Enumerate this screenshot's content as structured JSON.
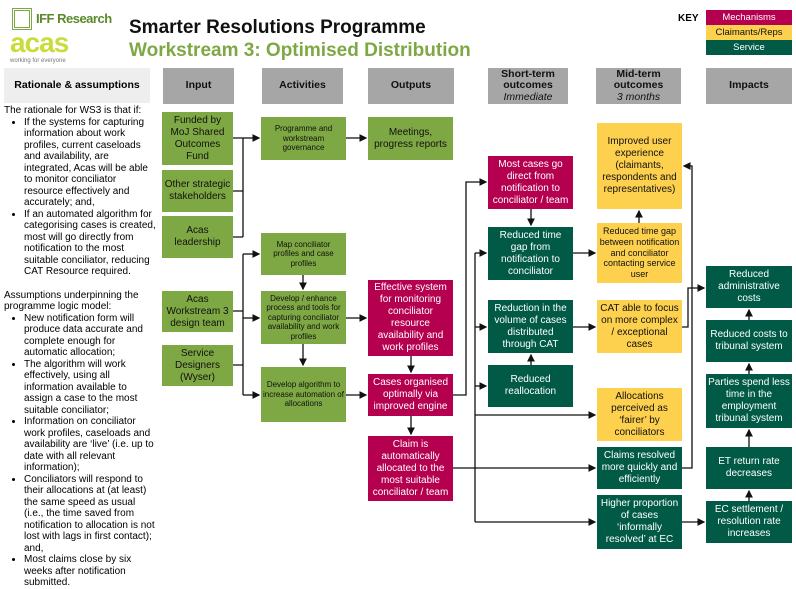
{
  "logos": {
    "iff": "IFF Research",
    "acas": "acas",
    "acas_tag": "working for everyone"
  },
  "title": "Smarter Resolutions Programme",
  "subtitle": "Workstream 3: Optimised Distribution",
  "key": {
    "label": "KEY",
    "items": [
      {
        "label": "Mechanisms",
        "color": "#b5004f"
      },
      {
        "label": "Claimants/Reps",
        "color": "#fdd04e"
      },
      {
        "label": "Service",
        "color": "#005a46"
      }
    ]
  },
  "colors": {
    "input_activity_output": "#7ea843",
    "header": "#a6a6a6"
  },
  "rationale": {
    "heading": "Rationale & assumptions",
    "intro": "The rationale for WS3 is that if:",
    "rationale_items": [
      "If the systems for capturing information about work profiles, current caseloads and availability, are integrated, Acas will be able to monitor conciliator resource effectively and accurately; and,",
      "If an automated algorithm for categorising cases is created, most will go directly from notification to the most suitable conciliator, reducing CAT Resource required."
    ],
    "assumptions_intro": "Assumptions underpinning the programme logic model:",
    "assumptions": [
      "New notification form will produce data accurate and complete enough for automatic allocation;",
      "The algorithm will work effectively, using all information available to assign a case to the most suitable conciliator;",
      "Information on conciliator work profiles, caseloads and availability are ‘live’ (i.e. up to date with all relevant information);",
      "Conciliators will respond to their allocations at (at least) the same speed as usual (i.e., the time saved from notification to allocation is not lost with lags in first contact); and,",
      "Most claims close by six weeks after notification submitted."
    ]
  },
  "columns": {
    "input": "Input",
    "activities": "Activities",
    "outputs": "Outputs",
    "short": "Short-term outcomes",
    "short_sub": "Immediate",
    "mid": "Mid-term outcomes",
    "mid_sub": "3 months",
    "impacts": "Impacts"
  },
  "inputs": [
    "Funded by MoJ Shared Outcomes Fund",
    "Other strategic stakeholders",
    "Acas leadership",
    "Acas Workstream 3 design team",
    "Service Designers (Wyser)"
  ],
  "activities": [
    "Programme and workstream governance",
    "Map conciliator profiles and case profiles",
    "Develop / enhance process and tools for capturing conciliator availability and work profiles",
    "Develop algorithm to increase automation of allocations"
  ],
  "outputs": [
    "Meetings, progress reports",
    "Effective system for monitoring conciliator resource availability and work profiles",
    "Cases organised optimally via improved engine",
    "Claim is automatically allocated to the most suitable conciliator / team"
  ],
  "short_term": [
    "Most cases go direct from notification to conciliator / team",
    "Reduced time gap from notification to conciliator",
    "Reduction in the volume of cases distributed through CAT",
    "Reduced reallocation"
  ],
  "mid_term": [
    "Improved user experience (claimants, respondents and representatives)",
    "Reduced time gap between notification and conciliator contacting service user",
    "CAT able to focus on more complex / exceptional cases",
    "Allocations perceived as ‘fairer’ by conciliators",
    "Claims resolved more quickly and efficiently",
    "Higher proportion of cases ‘informally resolved’ at EC"
  ],
  "impacts": [
    "Reduced administrative costs",
    "Reduced costs to tribunal system",
    "Parties spend less time in the employment tribunal system",
    "ET return rate decreases",
    "EC settlement / resolution rate increases"
  ]
}
